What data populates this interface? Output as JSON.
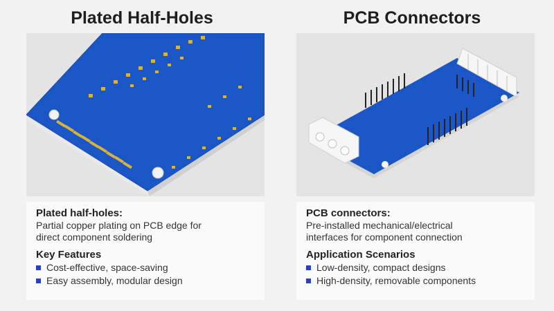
{
  "colors": {
    "accent": "#2b3fc0",
    "pcb_blue": "#1a56c6",
    "pad_gold": "#d8b23a",
    "background": "#f2f2f2"
  },
  "left": {
    "title": "Plated Half-Holes",
    "heading": "Plated half-holes:",
    "desc_line1": "Partial copper plating on PCB edge for",
    "desc_line2": "direct component soldering",
    "features_heading": "Key Features",
    "features": [
      "Cost-effective, space-saving",
      "Easy assembly, modular design"
    ]
  },
  "right": {
    "title": "PCB Connectors",
    "heading": "PCB connectors:",
    "desc_line1": "Pre-installed mechanical/electrical",
    "desc_line2": "interfaces for component connection",
    "features_heading": "Application Scenarios",
    "features": [
      "Low-density, compact designs",
      "High-density, removable components"
    ]
  }
}
